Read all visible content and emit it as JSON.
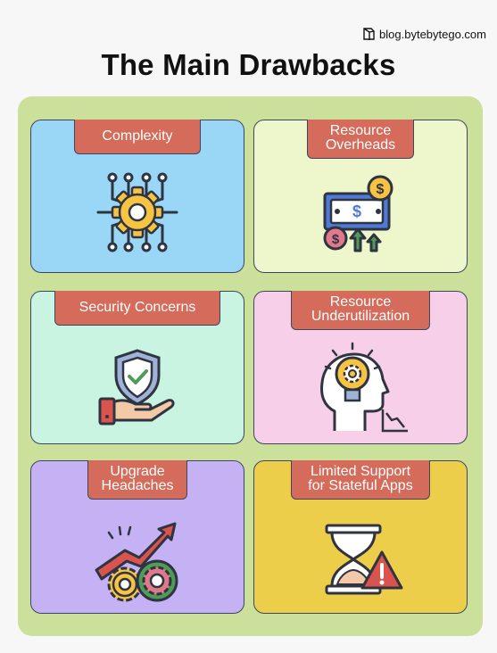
{
  "brand": {
    "text": "blog.bytebytego.com",
    "icon": "bytebytego-logo-icon"
  },
  "title": "The Main Drawbacks",
  "colors": {
    "panel": "#cbe09a",
    "label_bg": "#d46b5b",
    "border": "#3d4660"
  },
  "cards": [
    {
      "label": "Complexity",
      "icon": "gear-network-icon",
      "bg": "#9ad7f7"
    },
    {
      "label": "Resource\nOverheads",
      "icon": "money-cost-icon",
      "bg": "#eef6cb"
    },
    {
      "label": "Security Concerns",
      "icon": "shield-hand-icon",
      "bg": "#c9f4e2"
    },
    {
      "label": "Resource\nUnderutilization",
      "icon": "idea-head-icon",
      "bg": "#f7cfe9"
    },
    {
      "label": "Upgrade\nHeadaches",
      "icon": "gears-arrow-icon",
      "bg": "#c4b2f5"
    },
    {
      "label": "Limited Support\nfor Stateful Apps",
      "icon": "hourglass-warning-icon",
      "bg": "#edce4b"
    }
  ]
}
